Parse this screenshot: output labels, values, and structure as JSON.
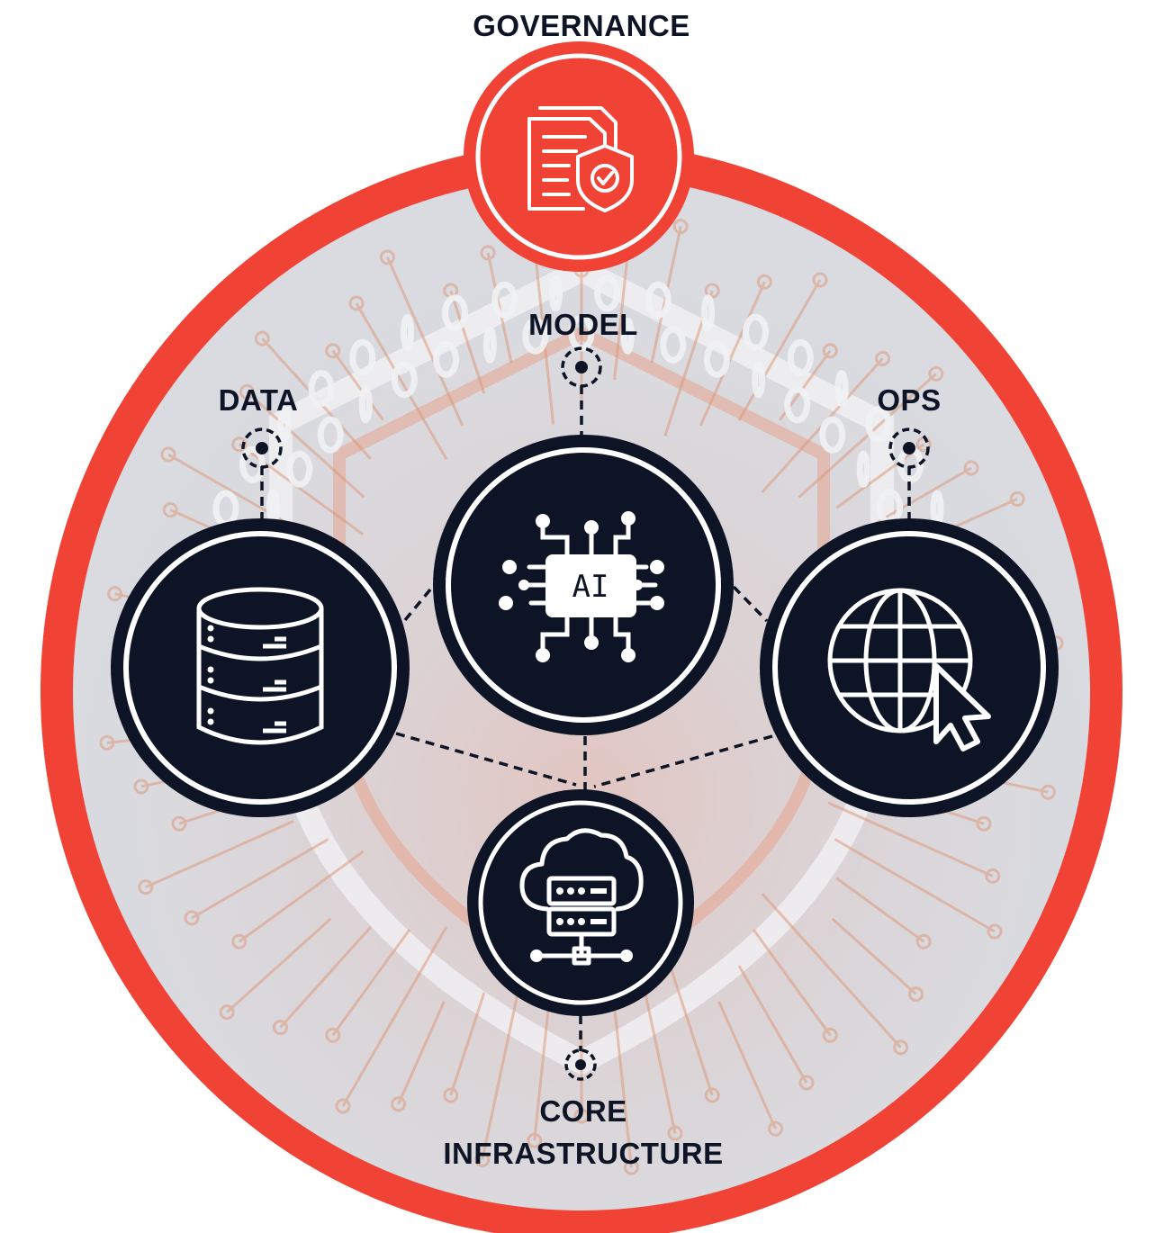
{
  "labels": {
    "governance": "GOVERNANCE",
    "model": "MODEL",
    "data": "DATA",
    "ops": "OPS",
    "core_line1": "CORE",
    "core_line2": "INFRASTRUCTURE"
  },
  "chip_text": "AI",
  "colors": {
    "accent_red": "#f04235",
    "node_navy": "#0c1426",
    "inner_gray": "#d9dbe1",
    "label_navy": "#0c1426"
  },
  "icons": {
    "governance": "policy-document-shield-icon",
    "model": "ai-chip-icon",
    "data": "database-icon",
    "ops": "globe-cursor-icon",
    "core": "cloud-server-icon"
  }
}
